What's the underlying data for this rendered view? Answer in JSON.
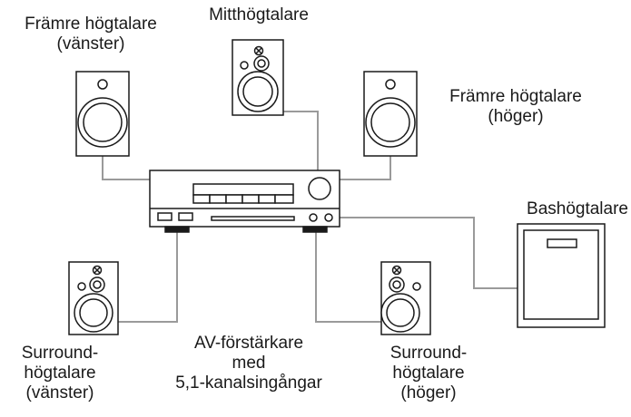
{
  "labels": {
    "front_left": {
      "line1": "Främre högtalare",
      "line2": "(vänster)"
    },
    "center": "Mitthögtalare",
    "front_right": {
      "line1": "Främre högtalare",
      "line2": "(höger)"
    },
    "subwoofer": "Bashögtalare",
    "surround_left": {
      "line1": "Surround-",
      "line2": "högtalare",
      "line3": "(vänster)"
    },
    "receiver": {
      "line1": "AV-förstärkare",
      "line2": "med",
      "line3": "5,1-kanalsingångar"
    },
    "surround_right": {
      "line1": "Surround-",
      "line2": "högtalare",
      "line3": "(höger)"
    }
  },
  "colors": {
    "stroke": "#1a1a1a",
    "cable": "#9a9a9a",
    "background": "#ffffff"
  },
  "icons": {
    "front_left": "bookshelf-speaker-icon",
    "center": "center-speaker-icon",
    "front_right": "bookshelf-speaker-icon",
    "subwoofer": "subwoofer-icon",
    "surround_left": "surround-speaker-icon",
    "surround_right": "surround-speaker-icon",
    "receiver": "av-receiver-icon"
  }
}
